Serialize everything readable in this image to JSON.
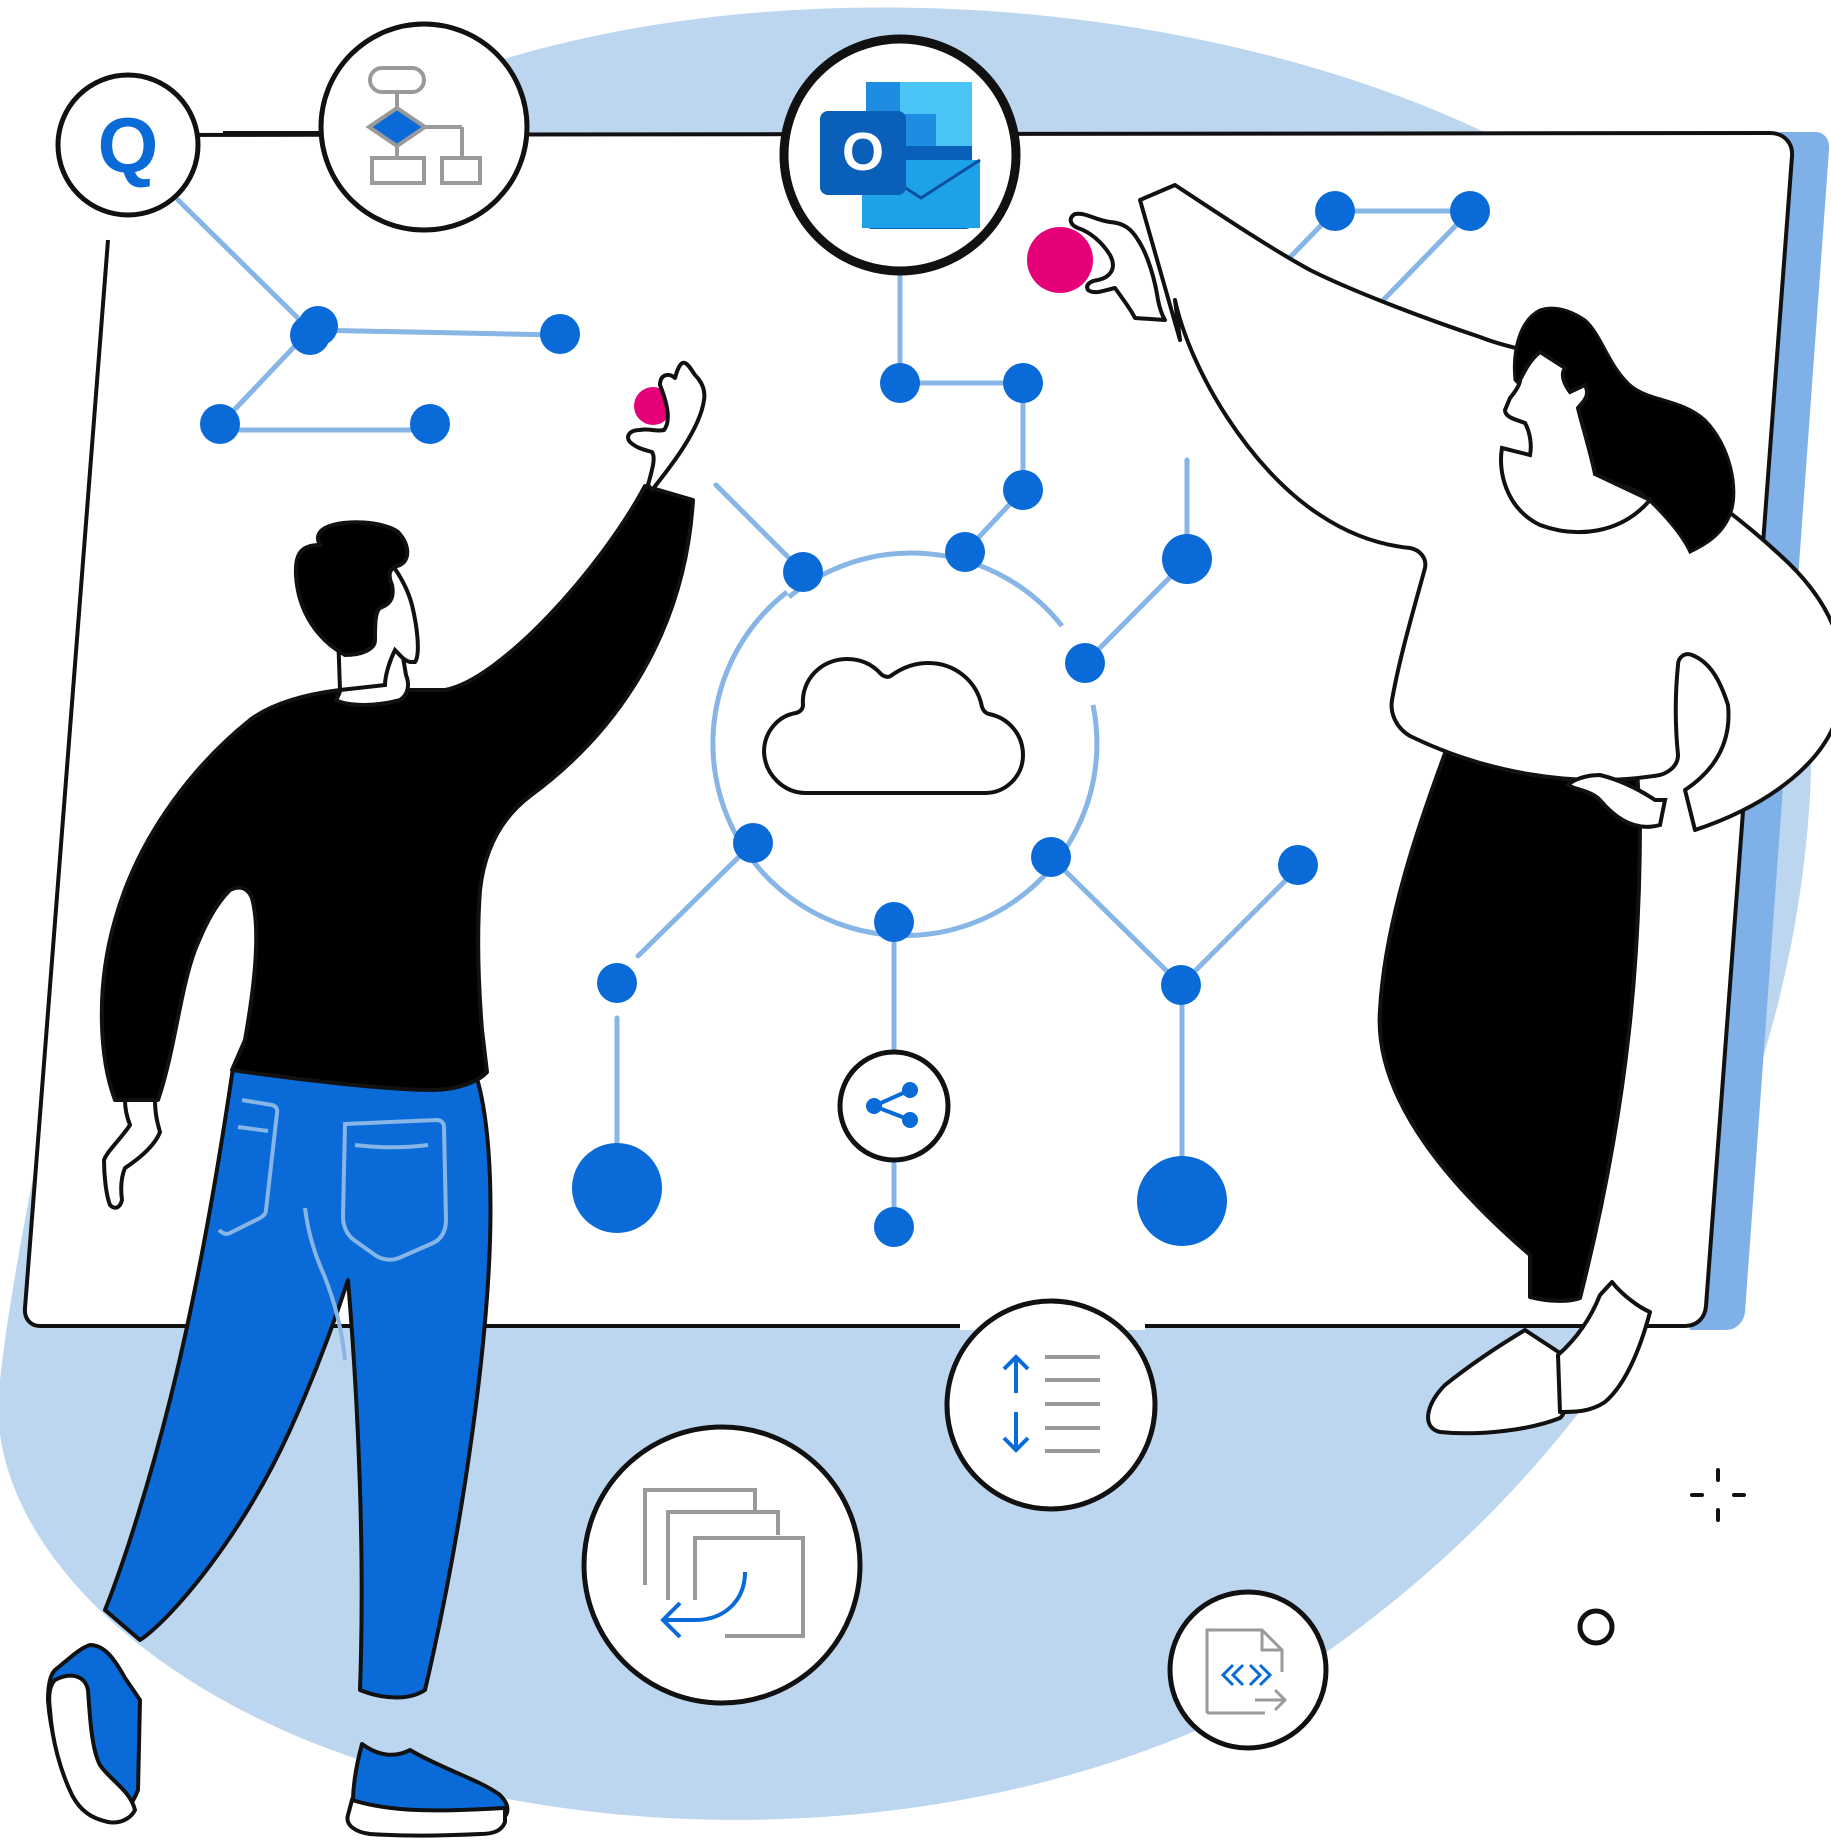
{
  "colors": {
    "background_blob": "#BDD6F0",
    "board_shadow": "#7FB1E8",
    "board": "#FFFFFF",
    "outline": "#111111",
    "node_blue": "#0A6BD8",
    "link_light": "#86B5E6",
    "accent_pink": "#E5007A",
    "jeans_blue": "#0A6BD8",
    "gray_icon": "#9A9A9A",
    "clothing_black": "#000000"
  },
  "icons": {
    "q_badge": {
      "name": "q-logo-icon",
      "letter": "Q"
    },
    "flowchart": {
      "name": "flowchart-icon"
    },
    "outlook": {
      "name": "outlook-icon",
      "letter": "O"
    },
    "cloud": {
      "name": "cloud-icon"
    },
    "share": {
      "name": "share-icon"
    },
    "sort_list": {
      "name": "sort-list-icon"
    },
    "folders_restore": {
      "name": "folders-restore-icon"
    },
    "code_file": {
      "name": "code-file-icon"
    }
  },
  "people": [
    {
      "name": "man-figure"
    },
    {
      "name": "woman-figure"
    }
  ]
}
